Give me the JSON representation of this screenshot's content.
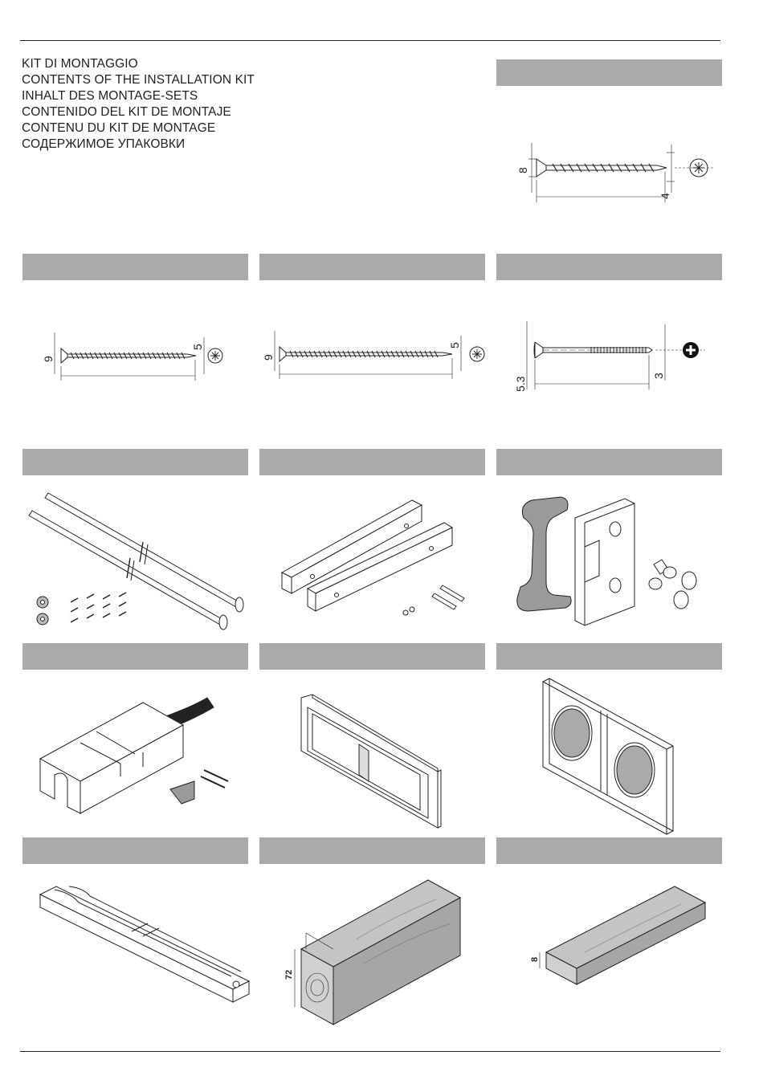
{
  "header": {
    "titles": [
      "KIT DI MONTAGGIO",
      "CONTENTS OF THE INSTALLATION KIT",
      "INHALT DES MONTAGE-SETS",
      "CONTENIDO DEL KIT DE MONTAJE",
      "CONTENU DU KIT DE MONTAGE",
      "СОДЕРЖИМОЕ УПАКОВКИ"
    ]
  },
  "dimensions": {
    "screw_a": {
      "head": "8",
      "tip": "4"
    },
    "screw_b": {
      "head": "9",
      "tip": "5"
    },
    "screw_c": {
      "head": "9",
      "tip": "5"
    },
    "screw_d": {
      "head": "5.3",
      "tip": "3"
    },
    "beam_height": "72",
    "plank_thickness": "8"
  },
  "colors": {
    "label_bar": "#aaaaaa",
    "rule": "#222222",
    "part_fill": "#9a9a9a",
    "wood_fill": "#bdbdbd"
  }
}
